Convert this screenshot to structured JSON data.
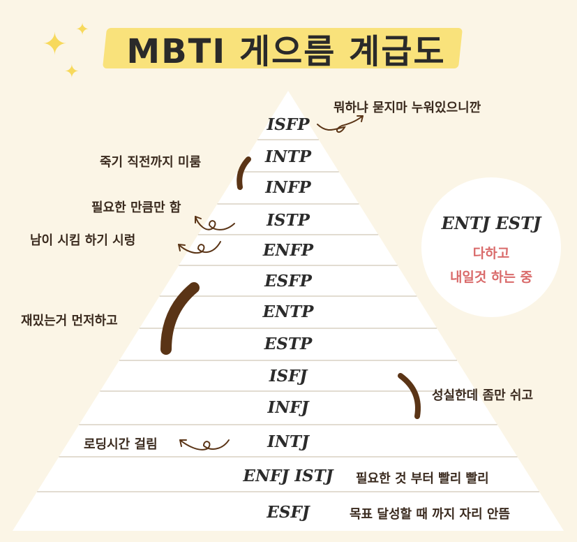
{
  "title": "MBTI 게으름 계급도",
  "colors": {
    "background": "#fbf5e6",
    "highlight": "#f9e27b",
    "pyramid": "#ffffff",
    "brown": "#5a3416",
    "accent_red": "#d96a6a"
  },
  "pyramid_levels": [
    {
      "label": "ISFP"
    },
    {
      "label": "INTP"
    },
    {
      "label": "INFP"
    },
    {
      "label": "ISTP"
    },
    {
      "label": "ENFP"
    },
    {
      "label": "ESFP"
    },
    {
      "label": "ENTP"
    },
    {
      "label": "ESTP"
    },
    {
      "label": "ISFJ"
    },
    {
      "label": "INFJ"
    },
    {
      "label": "INTJ"
    },
    {
      "label": "ENFJ ISTJ"
    },
    {
      "label": "ESFJ"
    }
  ],
  "notes": {
    "isfp": "뭐하냐 묻지마 누워있으니깐",
    "intp_infp": "죽기 직전까지 미룸",
    "istp": "필요한 만큼만 함",
    "enfp": "남이 시킴 하기 시렁",
    "esfp_estp": "재밌는거 먼저하고",
    "isfj_infj": "성실한데 좀만 쉬고",
    "intj": "로딩시간 걸림",
    "enfj_istj": "필요한 것 부터 빨리 빨리",
    "esfj": "목표 달성할 때 까지 자리 안뜸"
  },
  "circle": {
    "title": "ENTJ ESTJ",
    "line1": "다하고",
    "line2": "내일것 하는 중"
  },
  "sparkle_icon": "sparkle-icon",
  "arrow_icon": "curly-arrow-icon",
  "bracket_icon": "brace-stroke-icon"
}
